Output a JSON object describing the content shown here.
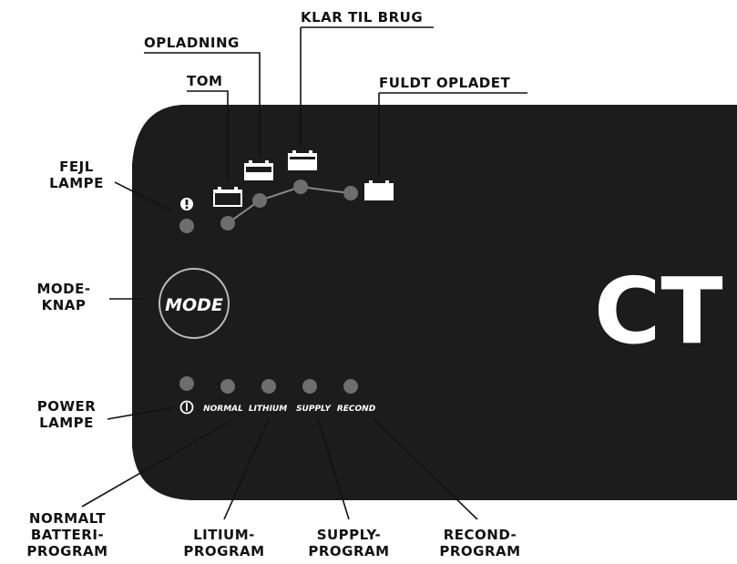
{
  "diagram": {
    "colors": {
      "panel": "#1c1c1c",
      "led": "#6e6e6e",
      "icon": "#ffffff",
      "text": "#111111"
    },
    "top_labels": {
      "tom": "TOM",
      "opladning": "OPLADNING",
      "klar_til_brug": "KLAR TIL BRUG",
      "fuldt_opladet": "FULDT OPLADET"
    },
    "left_labels": {
      "fejl_lampe": [
        "FEJL",
        "LAMPE"
      ],
      "mode_knap": [
        "MODE-",
        "KNAP"
      ],
      "power_lampe": [
        "POWER",
        "LAMPE"
      ]
    },
    "bottom_labels": {
      "normalt": [
        "NORMALT",
        "BATTERI-",
        "PROGRAM"
      ],
      "litium": [
        "LITIUM-",
        "PROGRAM"
      ],
      "supply": [
        "SUPPLY-",
        "PROGRAM"
      ],
      "recond": [
        "RECOND-",
        "PROGRAM"
      ]
    },
    "panel": {
      "mode_button": "MODE",
      "logo": "CT",
      "program_names": [
        "NORMAL",
        "LITHIUM",
        "SUPPLY",
        "RECOND"
      ],
      "icons": {
        "error": "exclamation-icon",
        "power": "power-icon",
        "battery": "battery-icon"
      }
    }
  }
}
